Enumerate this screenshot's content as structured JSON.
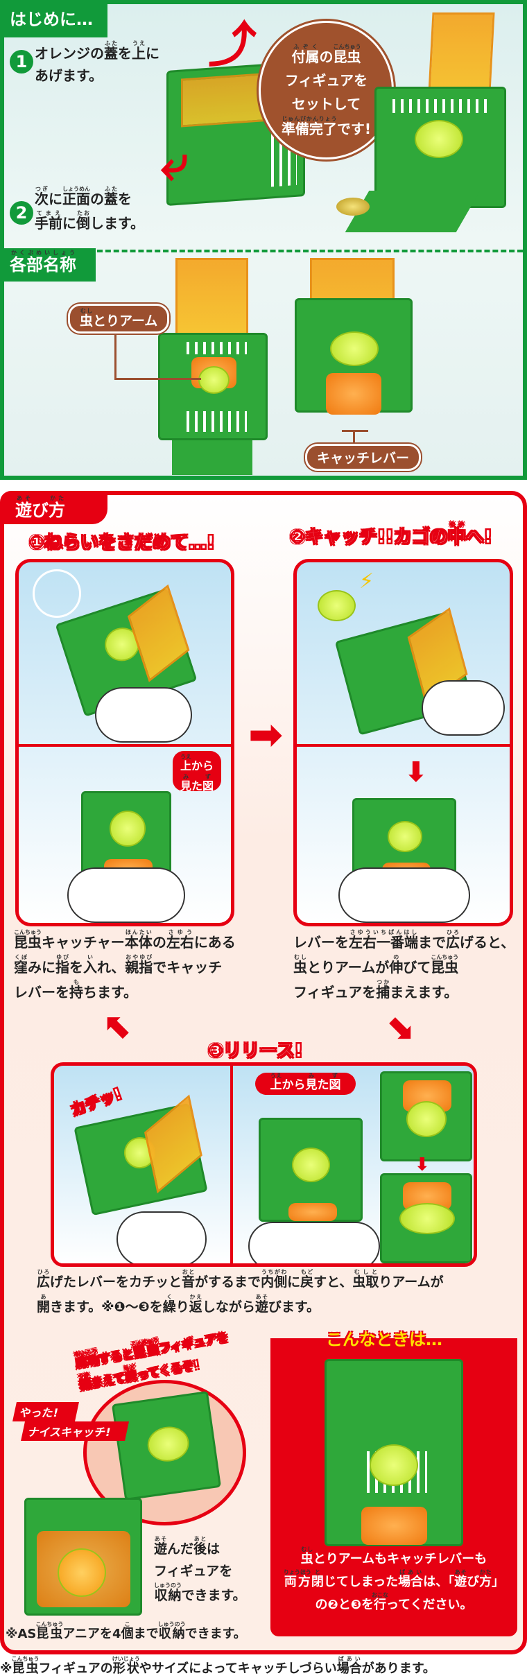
{
  "intro": {
    "tab": "はじめに…",
    "step1": {
      "num": "1",
      "lines": [
        [
          "オレンジの",
          [
            "蓋",
            "ふた"
          ],
          "を",
          [
            "上",
            "うえ"
          ],
          "に"
        ],
        [
          "あげます。"
        ]
      ]
    },
    "step2": {
      "num": "2",
      "lines": [
        [
          [
            "次",
            "つぎ"
          ],
          "に",
          [
            "正面",
            "しょうめん"
          ],
          "の",
          [
            "蓋",
            "ふた"
          ],
          "を"
        ],
        [
          [
            "手前",
            "てまえ"
          ],
          "に",
          [
            "倒",
            "たお"
          ],
          "します。"
        ]
      ]
    },
    "bubble": [
      [
        [
          "付属",
          "ふぞく"
        ],
        "の",
        [
          "昆虫",
          "こんちゅう"
        ]
      ],
      [
        "フィギュアを"
      ],
      [
        "セットして"
      ],
      [
        [
          "準備完了",
          "じゅんびかんりょう"
        ],
        "です!"
      ]
    ]
  },
  "parts": {
    "tab": [
      [
        [
          "各部名称",
          "かくぶめいしょう"
        ]
      ]
    ],
    "arm_label": [
      [
        [
          "虫",
          "むし"
        ],
        "とりアーム"
      ]
    ],
    "lever_label": "キャッチレバー"
  },
  "howto": {
    "tab": [
      [
        [
          "遊",
          "あそ"
        ],
        "び",
        [
          "方",
          "かた"
        ]
      ]
    ],
    "step1_title": "①ねらいをさだめて…!",
    "step2_title": [
      [
        "②キャッチ!!カゴの",
        [
          "中",
          "なか"
        ],
        "へ!"
      ]
    ],
    "top_view_badge": [
      [
        [
          "上",
          "うえ"
        ],
        "から"
      ],
      [
        [
          "見",
          "み"
        ],
        "た",
        [
          "図",
          "ず"
        ]
      ]
    ],
    "step1_desc": [
      [
        [
          "昆虫",
          "こんちゅう"
        ],
        "キャッチャー",
        [
          "本体",
          "ほんたい"
        ],
        "の",
        [
          "左右",
          "さゆう"
        ],
        "にある"
      ],
      [
        [
          "窪",
          "くぼ"
        ],
        "みに",
        [
          "指",
          "ゆび"
        ],
        "を",
        [
          "入",
          "い"
        ],
        "れ、",
        [
          "親指",
          "おやゆび"
        ],
        "でキャッチ"
      ],
      [
        "レバーを",
        [
          "持",
          "も"
        ],
        "ちます。"
      ]
    ],
    "step2_desc": [
      [
        "レバーを",
        [
          "左右一番端",
          "さゆういちばんはし"
        ],
        "まで",
        [
          "広",
          "ひろ"
        ],
        "げると、"
      ],
      [
        [
          "虫",
          "むし"
        ],
        "とりアームが",
        [
          "伸",
          "の"
        ],
        "びて",
        [
          "昆虫",
          "こんちゅう"
        ]
      ],
      [
        "フィギュアを",
        [
          "捕",
          "つか"
        ],
        "まえます。"
      ]
    ],
    "step3_title": "③リリース!",
    "click_label": "カチッ!",
    "top_view_pill": [
      [
        [
          "上",
          "うえ"
        ],
        "から",
        [
          "見",
          "み"
        ],
        "た",
        [
          "図",
          "ず"
        ]
      ]
    ],
    "step3_desc": [
      [
        [
          "広",
          "ひろ"
        ],
        "げたレバーをカチッと",
        [
          "音",
          "おと"
        ],
        "がするまで",
        [
          "内側",
          "うちがわ"
        ],
        "に",
        [
          "戻",
          "もど"
        ],
        "すと、",
        [
          "虫取",
          "むしと"
        ],
        "りアームが"
      ],
      [
        [
          "開",
          "あ"
        ],
        "きます。※❶〜❸を",
        [
          "繰",
          "く"
        ],
        "り",
        [
          "返",
          "かえ"
        ],
        "しながら",
        [
          "遊",
          "あそ"
        ],
        "びます。"
      ]
    ]
  },
  "success": {
    "callout": [
      [
        [
          "成功",
          "せいこう"
        ],
        "すると",
        [
          "昆虫",
          "こんちゅう"
        ],
        "フィギュアを"
      ],
      [
        [
          "捕",
          "つか"
        ],
        "まえて",
        [
          "戻",
          "もど"
        ],
        "ってくるぞ!"
      ]
    ],
    "nice_catch": [
      "やった!",
      "ナイスキャッチ!"
    ]
  },
  "storage": {
    "text": [
      [
        [
          "遊",
          "あそ"
        ],
        "んだ",
        [
          "後",
          "あと"
        ],
        "は"
      ],
      [
        "フィギュアを"
      ],
      [
        [
          "収納",
          "しゅうのう"
        ],
        "できます。"
      ]
    ],
    "note": [
      [
        "※AS",
        [
          "昆虫",
          "こんちゅう"
        ],
        "アニアを4",
        [
          "個",
          "こ"
        ],
        "まで",
        [
          "収納",
          "しゅうのう"
        ],
        "できます。"
      ]
    ]
  },
  "trouble": {
    "title": "こんなときは…",
    "text": [
      [
        [
          "虫",
          "むし"
        ],
        "とりアームもキャッチレバーも"
      ],
      [
        [
          "両方",
          "りょうほう"
        ],
        [
          "閉",
          "と"
        ],
        "じてしまった",
        [
          "場合",
          "ばあい"
        ],
        "は、「",
        [
          "遊",
          "あそ"
        ],
        "び",
        [
          "方",
          "かた"
        ],
        "」"
      ],
      [
        "の❷と❸を",
        [
          "行",
          "おこな"
        ],
        "ってください。"
      ]
    ]
  },
  "footer_note": [
    [
      "※",
      [
        "昆虫",
        "こんちゅう"
      ],
      "フィギュアの",
      [
        "形状",
        "けいじょう"
      ],
      "やサイズによってキャッチしづらい",
      [
        "場合",
        "ばあい"
      ],
      "があります。"
    ]
  ],
  "colors": {
    "green": "#119a3a",
    "red": "#e60012",
    "brown": "#9b4f2f",
    "yellow": "#ffe100"
  }
}
